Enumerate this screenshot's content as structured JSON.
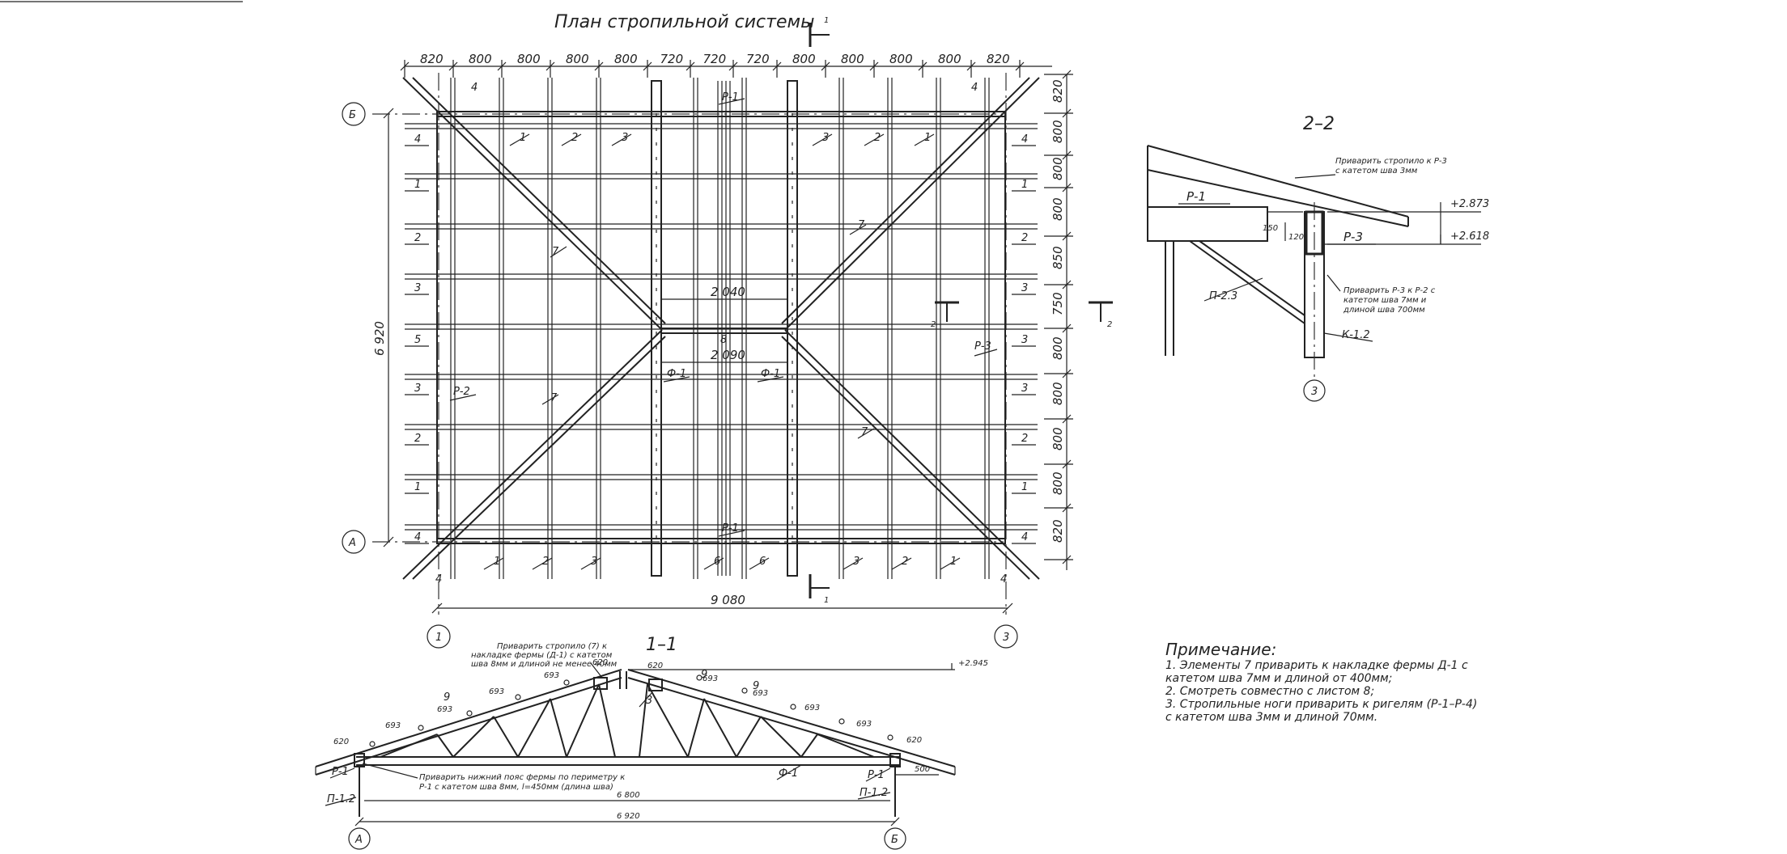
{
  "plan": {
    "title": "План стропильной системы",
    "top_dims": [
      "820",
      "800",
      "800",
      "800",
      "800",
      "720",
      "720",
      "720",
      "800",
      "800",
      "800",
      "800",
      "820"
    ],
    "right_dims": [
      "820",
      "800",
      "800",
      "800",
      "850",
      "750",
      "800",
      "800",
      "800",
      "800",
      "820"
    ],
    "overall_height": "6 920",
    "overall_width": "9 080",
    "axis_b": "Б",
    "axis_a": "А",
    "axis_1": "1",
    "axis_3": "3",
    "dim_inner_top": "2 040",
    "dim_inner_bottom": "2 090",
    "section_mark_1": "1",
    "section_mark_2": "2",
    "label_p1": "Р-1",
    "label_p2": "Р-2",
    "label_p3": "Р-3",
    "label_f1": "Ф-1",
    "label_8": "8",
    "label_7": "7",
    "top_labels": [
      "1",
      "2",
      "3",
      "3",
      "2",
      "1"
    ],
    "bottom_labels": [
      "1",
      "2",
      "3",
      "6",
      "6",
      "3",
      "2",
      "1"
    ],
    "left_labels": [
      "4",
      "1",
      "2",
      "3",
      "5",
      "3",
      "2",
      "1",
      "4"
    ],
    "right_labels": [
      "4",
      "1",
      "2",
      "3",
      "3",
      "3",
      "2",
      "1",
      "4"
    ],
    "corner_label": "4"
  },
  "section22": {
    "title": "2–2",
    "note1": "Приварить стропило к Р-3",
    "note1b": "с катетом шва 3мм",
    "elev_top": "+2.873",
    "elev_bot": "+2.618",
    "label_p1": "Р-1",
    "label_p3": "Р-3",
    "label_p23": "П-2.3",
    "label_k12": "К-1.2",
    "note2": "Приварить Р-3 к Р-2 с",
    "note2b": "катетом шва 7мм и",
    "note2c": "длиной шва 700мм",
    "dim_150": "150",
    "dim_120": "120",
    "axis": "3"
  },
  "section11": {
    "title": "1–1",
    "note1": "Приварить стропило (7) к",
    "note1b": "накладке фермы (Д-1) с катетом",
    "note1c": "шва 8мм и длиной не менее 40мм",
    "note2": "Приварить нижний пояс фермы по периметру к",
    "note2b": "Р-1 с катетом шва 8мм, l=450мм (длина шва)",
    "elev": "+2.945",
    "dims_top": [
      "620",
      "693",
      "693",
      "693",
      "693",
      "620",
      "620",
      "693",
      "693",
      "693",
      "693",
      "620"
    ],
    "label_9": "9",
    "label_3": "3",
    "label_f1": "Ф-1",
    "label_p1": "Р-1",
    "label_p12": "П-1.2",
    "dim_6800": "6 800",
    "dim_6920": "6 920",
    "dim_500": "500",
    "axis_a": "А",
    "axis_b": "Б"
  },
  "notes": {
    "heading": "Примечание:",
    "line1": "1. Элементы 7 приварить к накладке фермы Д-1 с",
    "line1b": "катетом шва 7мм и длиной от 400мм;",
    "line2": "2. Смотреть совместно с листом 8;",
    "line3": "3. Стропильные ноги приварить к ригелям (Р-1–Р-4)",
    "line3b": "с катетом шва 3мм и длиной 70мм."
  }
}
